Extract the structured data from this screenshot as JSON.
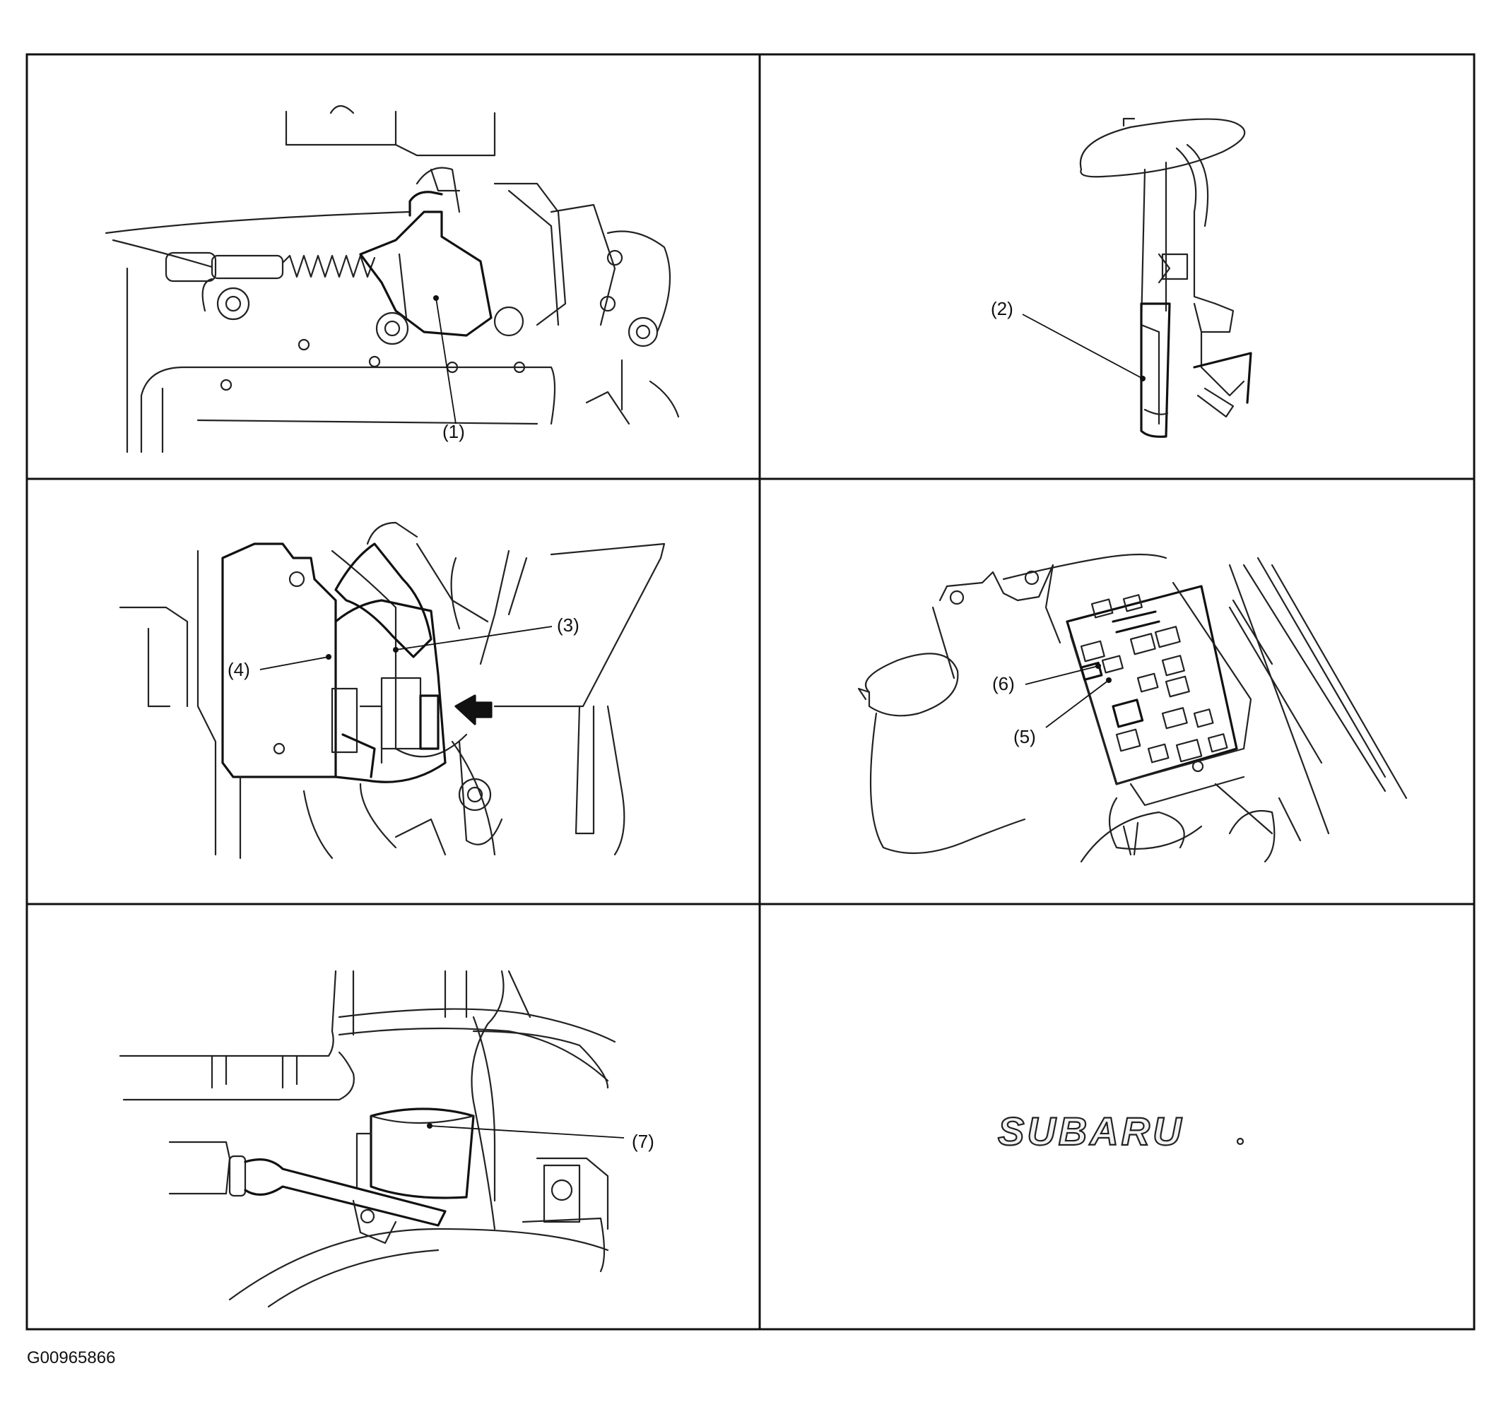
{
  "figure": {
    "panels": [
      {
        "id": 1,
        "callouts": [
          "(1)"
        ]
      },
      {
        "id": 2,
        "callouts": [
          "(2)"
        ]
      },
      {
        "id": 3,
        "callouts": [
          "(3)",
          "(4)"
        ]
      },
      {
        "id": 4,
        "callouts": [
          "(6)",
          "(5)"
        ]
      },
      {
        "id": 5,
        "callouts": [
          "(7)"
        ]
      },
      {
        "id": 6,
        "brand_logo": "SUBARU"
      }
    ],
    "figure_id": "G00965866"
  }
}
